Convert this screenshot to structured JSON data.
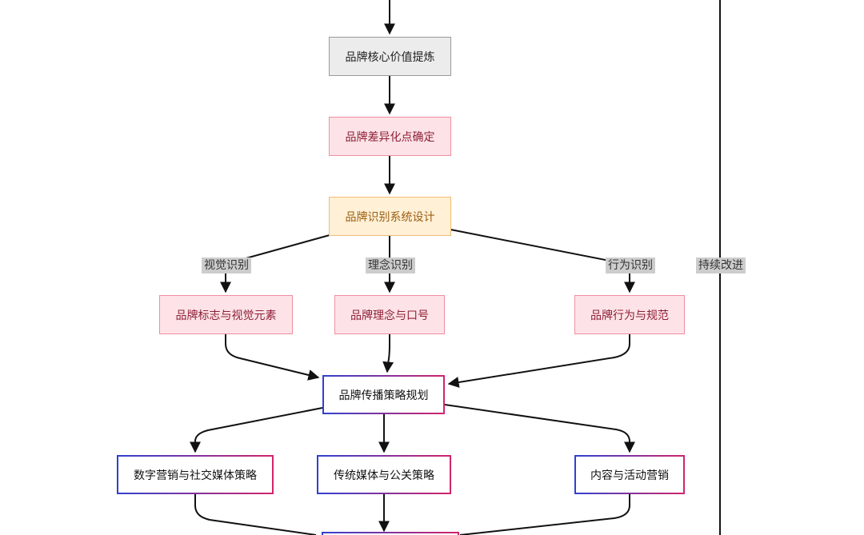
{
  "nodes": {
    "core_value": "品牌核心价值提炼",
    "differentiation": "品牌差异化点确定",
    "identity_system": "品牌识别系统设计",
    "visual_elements": "品牌标志与视觉元素",
    "philosophy_slogan": "品牌理念与口号",
    "behavior_norms": "品牌行为与规范",
    "communication_strategy": "品牌传播策略规划",
    "digital_social": "数字营销与社交媒体策略",
    "traditional_pr": "传统媒体与公关策略",
    "content_event": "内容与活动营销"
  },
  "edge_labels": {
    "visual": "视觉识别",
    "philosophy": "理念识别",
    "behavior": "行为识别",
    "continuous": "持续改进"
  },
  "colors": {
    "edge": "#111111",
    "gray_fill": "#ececec",
    "pink_fill": "#fde3e7",
    "orange_fill": "#fff0d6",
    "gradient_start": "#3041d0",
    "gradient_end": "#d3246b"
  }
}
